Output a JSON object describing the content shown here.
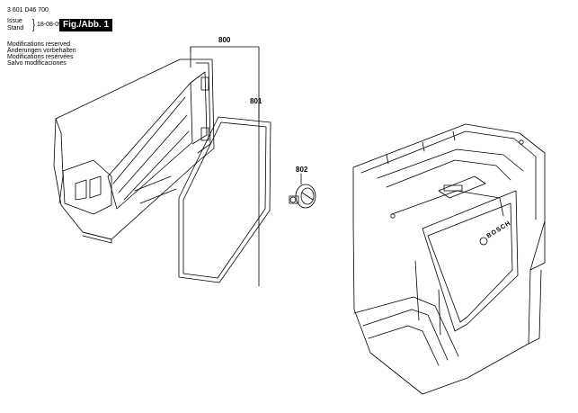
{
  "header": {
    "part_number": "3 601  D46 700",
    "issue_label": "Issue",
    "stand_label": "Stand",
    "date": "18-08-09",
    "figure_label": "Fig./Abb. 1"
  },
  "modifications": [
    "Modifications reserved",
    "Änderungen vorbehalten",
    "Modifications resérvées",
    "Salvo modificaciones"
  ],
  "callouts": {
    "c800": "800",
    "c801": "801",
    "c802": "802"
  },
  "brand_text": "BOSCH"
}
